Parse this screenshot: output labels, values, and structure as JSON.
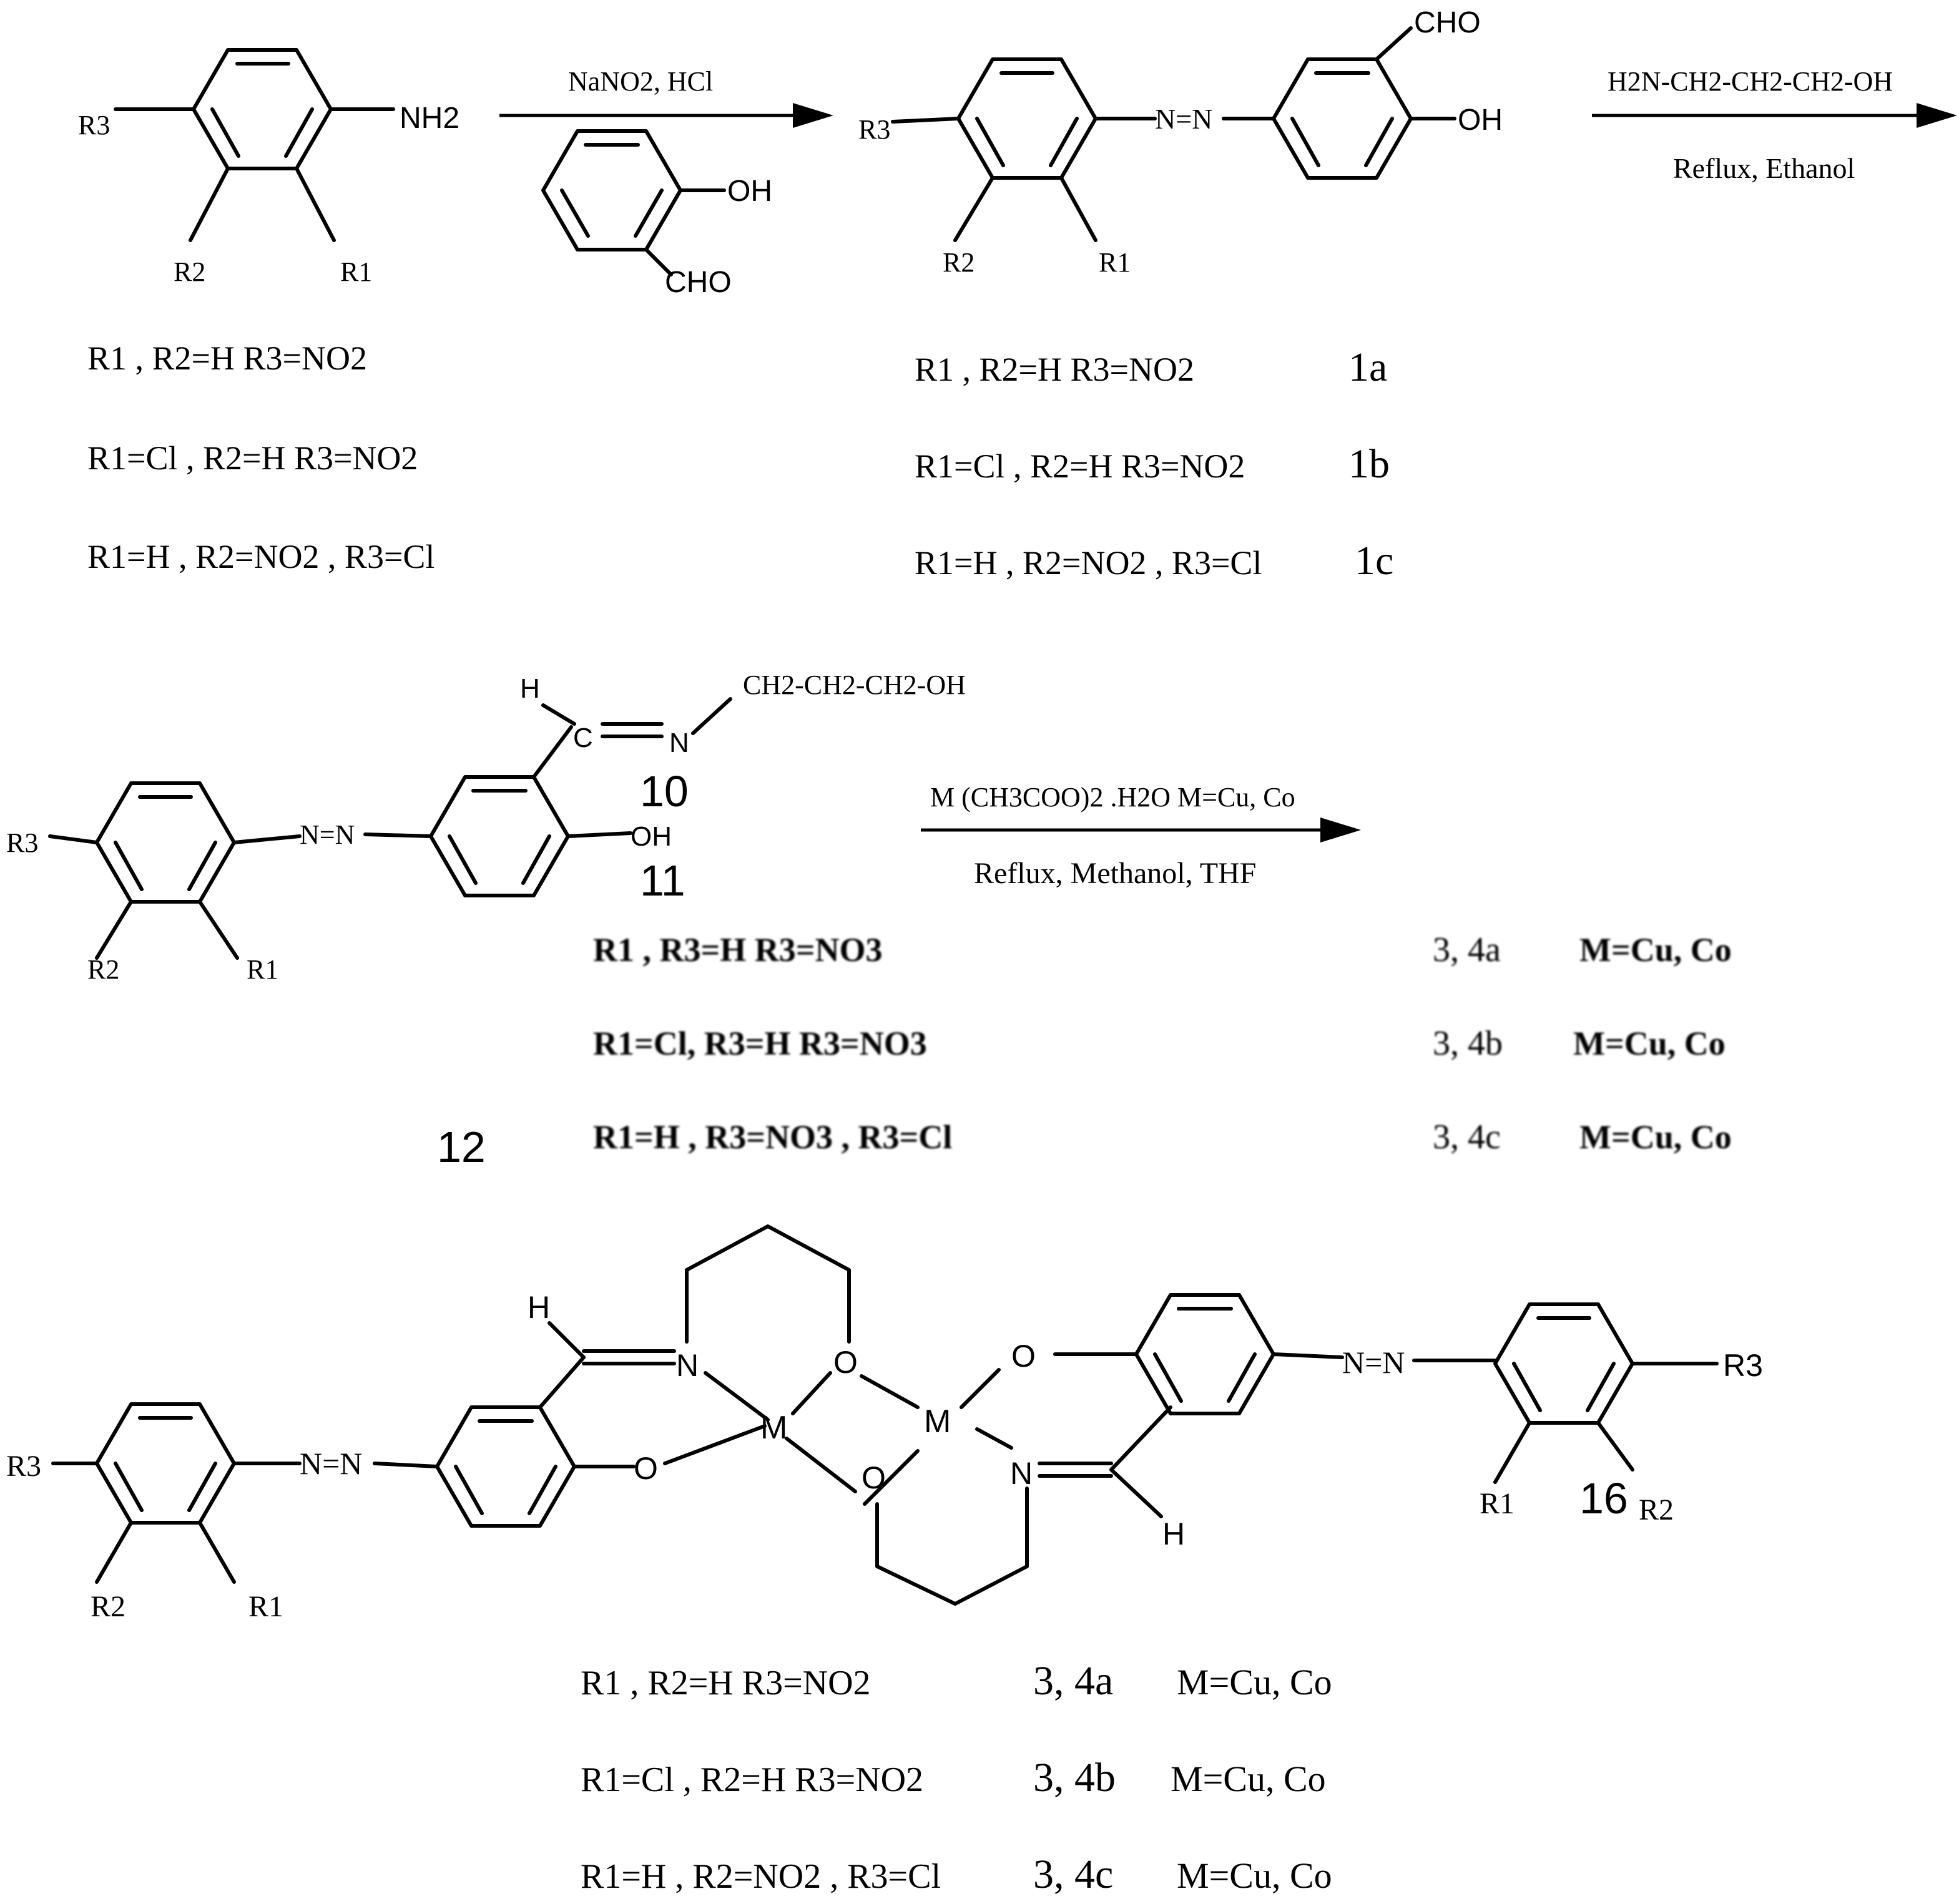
{
  "stage1": {
    "reactant_r3": "R3",
    "reactant_r2": "R2",
    "reactant_r1": "R1",
    "reactant_nh2": "NH2",
    "reagent_line": "NaNO2, HCl",
    "salicyl_oh": "OH",
    "salicyl_cho": "CHO",
    "table": [
      "R1 , R2=H  R3=NO2",
      "R1=Cl , R2=H  R3=NO2",
      "R1=H , R2=NO2 ,  R3=Cl"
    ]
  },
  "stage2": {
    "product_r3": "R3",
    "product_r2": "R2",
    "product_r1": "R1",
    "azo": "N=N",
    "cho": "CHO",
    "oh": "OH",
    "reagent_line": "H2N-CH2-CH2-CH2-OH",
    "condition": "Reflux, Ethanol",
    "table": [
      {
        "sub": "R1 , R2=H  R3=NO2",
        "id": "1a"
      },
      {
        "sub": "R1=Cl , R2=H  R3=NO2",
        "id": "1b"
      },
      {
        "sub": "R1=H , R2=NO2 ,  R3=Cl",
        "id": "1c"
      }
    ]
  },
  "stage3": {
    "h": "H",
    "c": "C",
    "n": "N",
    "chain": "CH2-CH2-CH2-OH",
    "label_10": "10",
    "label_11": "11",
    "label_12": "12",
    "oh": "OH",
    "azo": "N=N",
    "r3": "R3",
    "r2": "R2",
    "r1": "R1",
    "reagent_line": "M (CH3COO)2 .H2O     M=Cu, Co",
    "condition": "Reflux, Methanol, THF",
    "table": [
      {
        "sub": "R1 , R3=H  R3=NO3",
        "id": "3, 4a",
        "metal": "M=Cu, Co"
      },
      {
        "sub": "R1=Cl, R3=H  R3=NO3",
        "id": "3, 4b",
        "metal": "M=Cu, Co"
      },
      {
        "sub": "R1=H , R3=NO3 , R3=Cl",
        "id": "3, 4c",
        "metal": "M=Cu, Co"
      }
    ]
  },
  "complex": {
    "h_left": "H",
    "n_left": "N",
    "o_top": "O",
    "m_left": "M",
    "m_right": "M",
    "o_phen_left": "O",
    "o_bottom": "O",
    "n_right": "N",
    "h_right": "H",
    "o_phen_right": "O",
    "azo_left": "N=N",
    "azo_right": "N=N",
    "r3_left": "R3",
    "r2_left": "R2",
    "r1_left": "R1",
    "r3_right": "R3",
    "r1_right": "R1",
    "r2_right": "R2",
    "label_16": "16",
    "table": [
      {
        "sub": "R1 , R2=H  R3=NO2",
        "id": "3, 4a",
        "metal": "M=Cu, Co"
      },
      {
        "sub": "R1=Cl , R2=H  R3=NO2",
        "id": "3, 4b",
        "metal": "M=Cu, Co"
      },
      {
        "sub": "R1=H , R2=NO2 ,  R3=Cl",
        "id": "3, 4c",
        "metal": "M=Cu, Co"
      }
    ]
  }
}
